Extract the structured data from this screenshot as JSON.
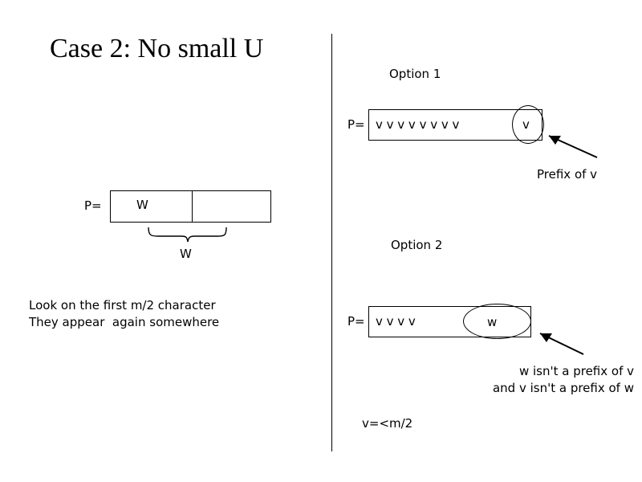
{
  "slide": {
    "title": "Case 2: No small U",
    "option1_label": "Option 1",
    "option2_label": "Option 2",
    "prefix_of_v_label": "Prefix of v",
    "p_equals_label_1": "P=",
    "p_equals_label_2": "P=",
    "p_equals_label_3": "P=",
    "option1_cells": "v  v  v  v  v  v  v  v",
    "option1_circled_cell": "v",
    "w_box_label": "W",
    "brace_label": "W",
    "note_text": "Look on the first m/2 character\nThey appear  again somewhere",
    "option2_cells": "v  v  v  v",
    "option2_circled_cell": "w",
    "conclusion_text": "w isn't a prefix of v\nand v isn't a prefix of w",
    "bottom_note": "v=<m/2"
  },
  "colors": {
    "ink": "#000000",
    "background": "#ffffff"
  },
  "icons": {
    "arrow_upper": "arrow-up-left-icon",
    "arrow_lower": "arrow-up-left-icon",
    "brace": "curly-brace-icon",
    "divider": "vertical-divider-icon"
  }
}
